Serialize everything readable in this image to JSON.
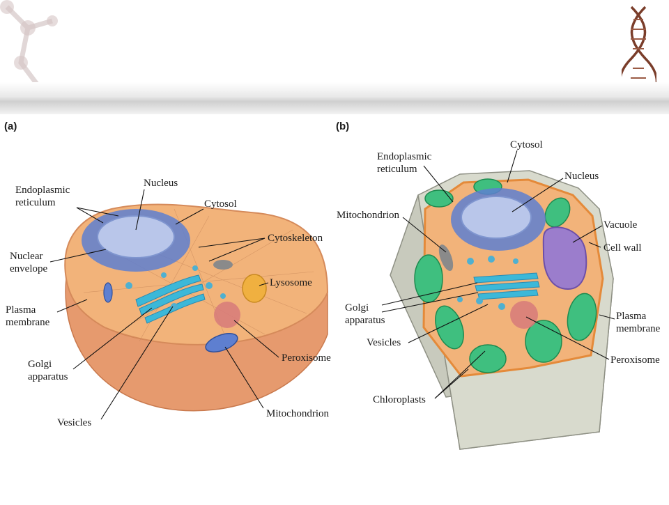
{
  "panel_a": {
    "letter": "(a)",
    "labels": {
      "nucleus": "Nucleus",
      "er_line1": "Endoplasmic",
      "er_line2": "reticulum",
      "cytosol": "Cytosol",
      "cytoskeleton": "Cytoskeleton",
      "nuclear_line1": "Nuclear",
      "nuclear_line2": "envelope",
      "lysosome": "Lysosome",
      "plasma_line1": "Plasma",
      "plasma_line2": "membrane",
      "golgi_line1": "Golgi",
      "golgi_line2": "apparatus",
      "peroxisome": "Peroxisome",
      "vesicles": "Vesicles",
      "mitochondrion": "Mitochondrion"
    }
  },
  "panel_b": {
    "letter": "(b)",
    "labels": {
      "er_line1": "Endoplasmic",
      "er_line2": "reticulum",
      "cytosol": "Cytosol",
      "nucleus": "Nucleus",
      "mitochondrion": "Mitochondrion",
      "vacuole": "Vacuole",
      "cell_wall": "Cell wall",
      "golgi_line1": "Golgi",
      "golgi_line2": "apparatus",
      "plasma_line1": "Plasma",
      "plasma_line2": "membrane",
      "vesicles": "Vesicles",
      "peroxisome": "Peroxisome",
      "chloroplasts": "Chloroplasts"
    }
  },
  "colors": {
    "cytoplasm": "#f2b37a",
    "animal_membrane": "#e0926a",
    "nucleus": "#b9c6ea",
    "er": "#5e7fd0",
    "golgi": "#3cb8d8",
    "vesicle": "#4fb0d0",
    "lysosome": "#f0b040",
    "peroxisome": "#d77a7a",
    "chloroplast": "#3fbf7f",
    "vacuole": "#9b7dcc",
    "cell_wall": "#c8cabd"
  }
}
